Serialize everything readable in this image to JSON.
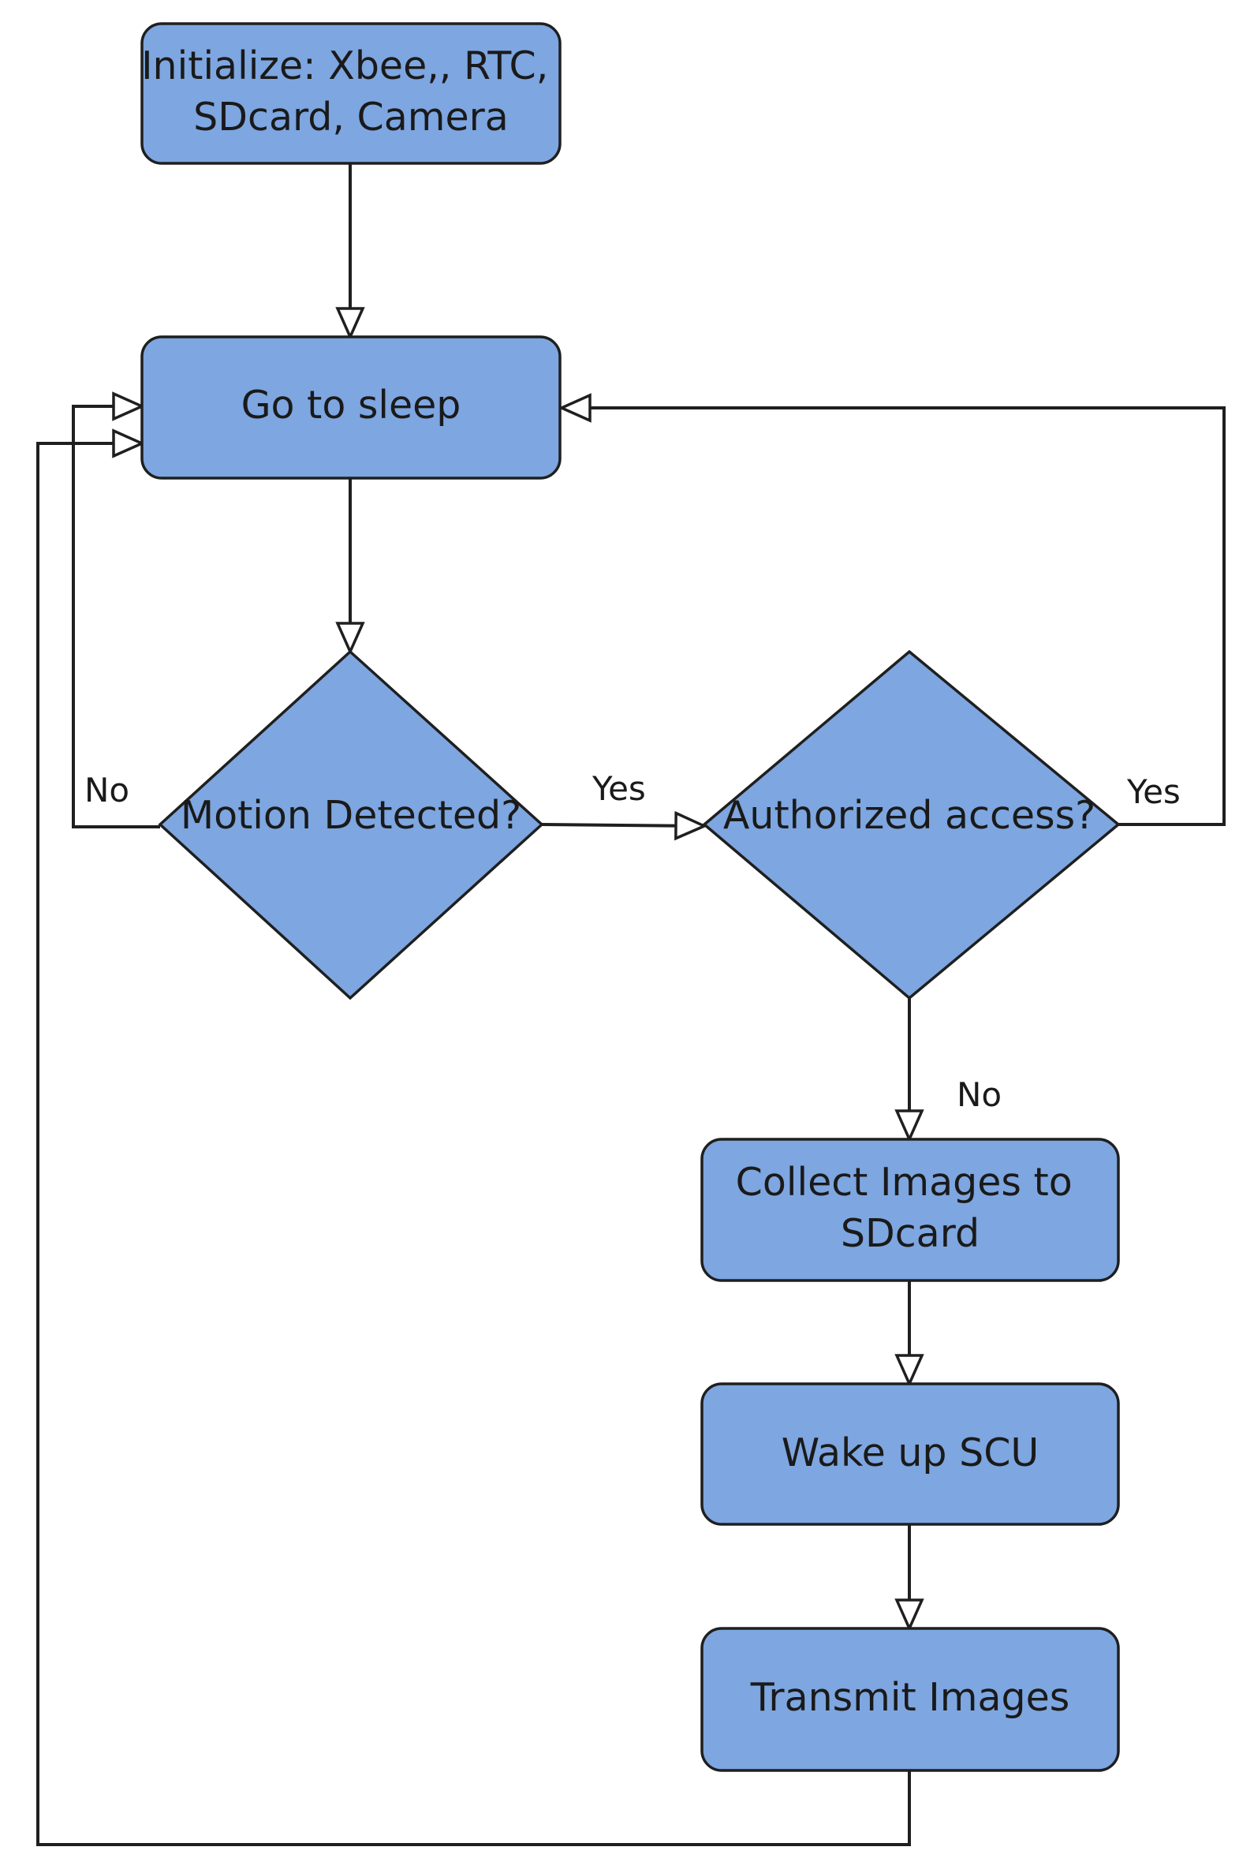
{
  "nodes": {
    "initialize": {
      "shape": "rounded-rectangle",
      "lines": [
        "Initialize: Xbee,, RTC,",
        "SDcard, Camera"
      ]
    },
    "sleep": {
      "shape": "rounded-rectangle",
      "lines": [
        "Go to sleep"
      ]
    },
    "motion": {
      "shape": "diamond",
      "lines": [
        "Motion Detected?"
      ]
    },
    "authorized": {
      "shape": "diamond",
      "lines": [
        "Authorized access?"
      ]
    },
    "collect": {
      "shape": "rounded-rectangle",
      "lines": [
        "Collect Images to",
        "SDcard"
      ]
    },
    "wake": {
      "shape": "rounded-rectangle",
      "lines": [
        "Wake up SCU"
      ]
    },
    "transmit": {
      "shape": "rounded-rectangle",
      "lines": [
        "Transmit Images"
      ]
    }
  },
  "edges": [
    {
      "from": "initialize",
      "to": "sleep",
      "label": ""
    },
    {
      "from": "sleep",
      "to": "motion",
      "label": ""
    },
    {
      "from": "motion",
      "to": "sleep",
      "label": "No"
    },
    {
      "from": "motion",
      "to": "authorized",
      "label": "Yes"
    },
    {
      "from": "authorized",
      "to": "sleep",
      "label": "Yes"
    },
    {
      "from": "authorized",
      "to": "collect",
      "label": "No"
    },
    {
      "from": "collect",
      "to": "wake",
      "label": ""
    },
    {
      "from": "wake",
      "to": "transmit",
      "label": ""
    },
    {
      "from": "transmit",
      "to": "sleep",
      "label": ""
    }
  ],
  "colors": {
    "node_fill": "#7ea6e0",
    "node_stroke": "#1f1f1f",
    "edge": "#1f1f1f",
    "text": "#1a1a1a",
    "background": "#ffffff"
  }
}
